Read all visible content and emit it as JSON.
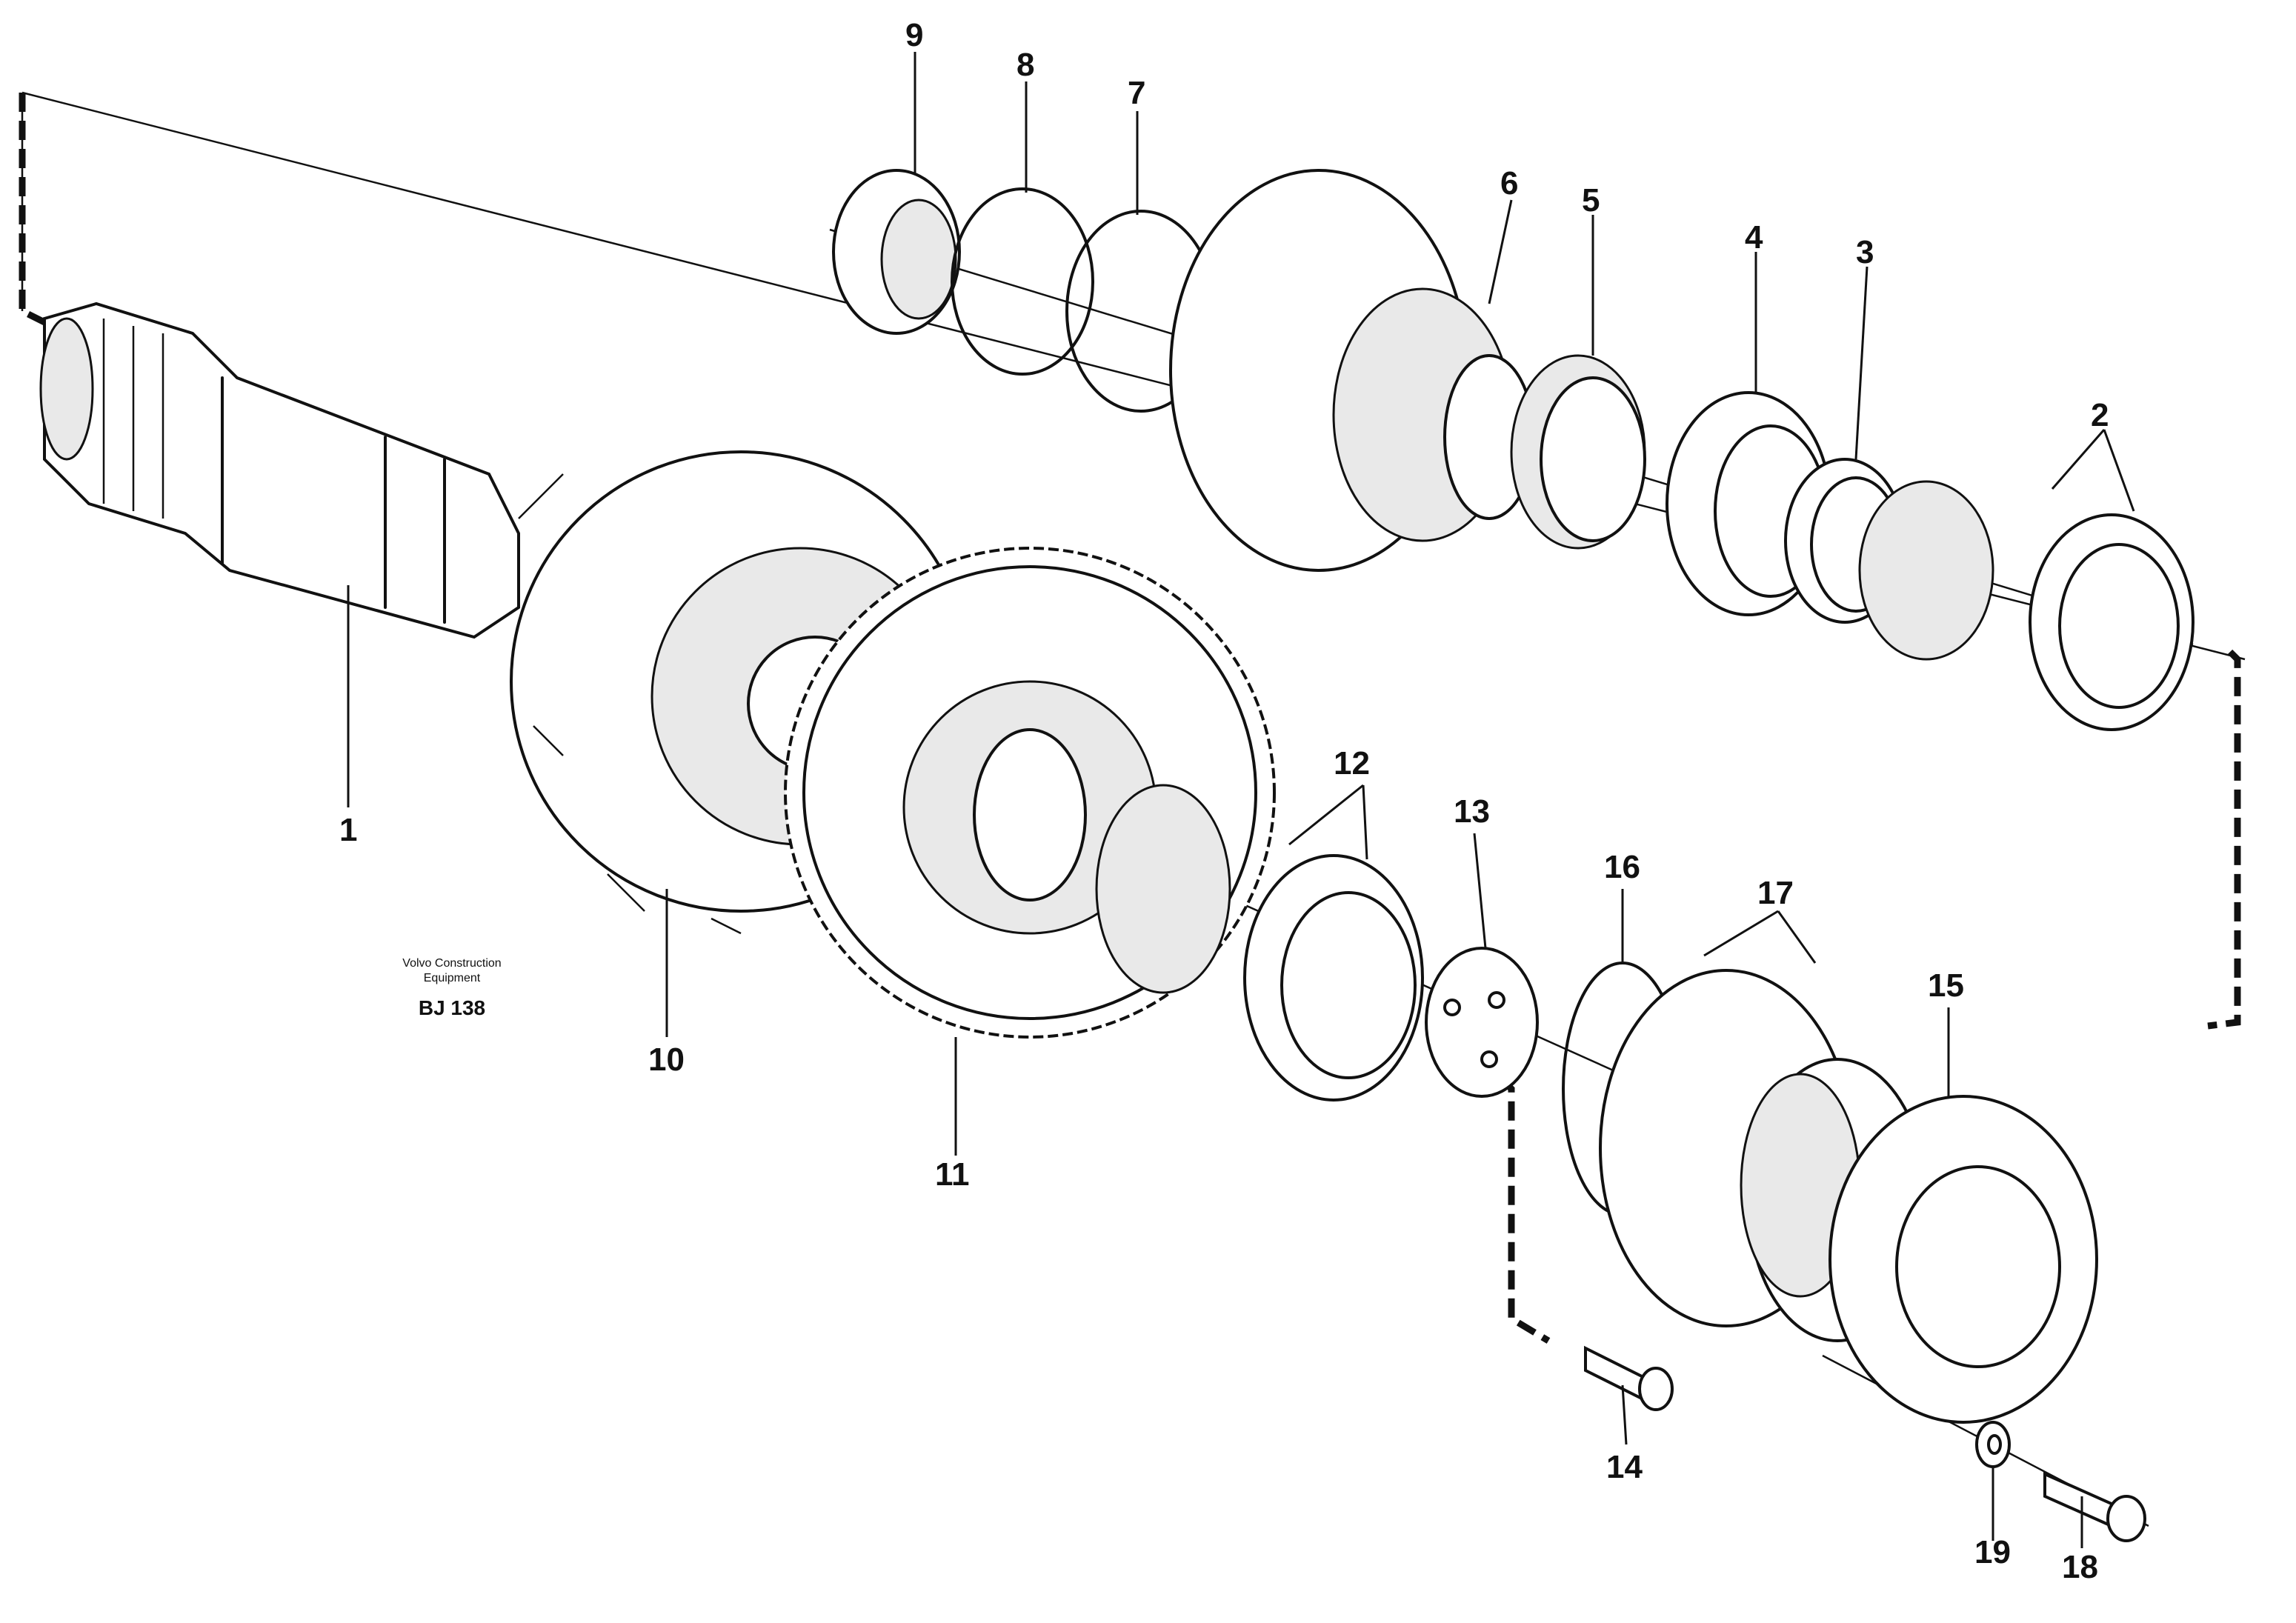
{
  "credit": {
    "line1": "Volvo Construction",
    "line2": "Equipment",
    "code": "BJ 138"
  },
  "callouts": {
    "c1": "1",
    "c2": "2",
    "c3": "3",
    "c4": "4",
    "c5": "5",
    "c6": "6",
    "c7": "7",
    "c8": "8",
    "c9": "9",
    "c10": "10",
    "c11": "11",
    "c12": "12",
    "c13": "13",
    "c14": "14",
    "c15": "15",
    "c16": "16",
    "c17": "17",
    "c18": "18",
    "c19": "19"
  }
}
